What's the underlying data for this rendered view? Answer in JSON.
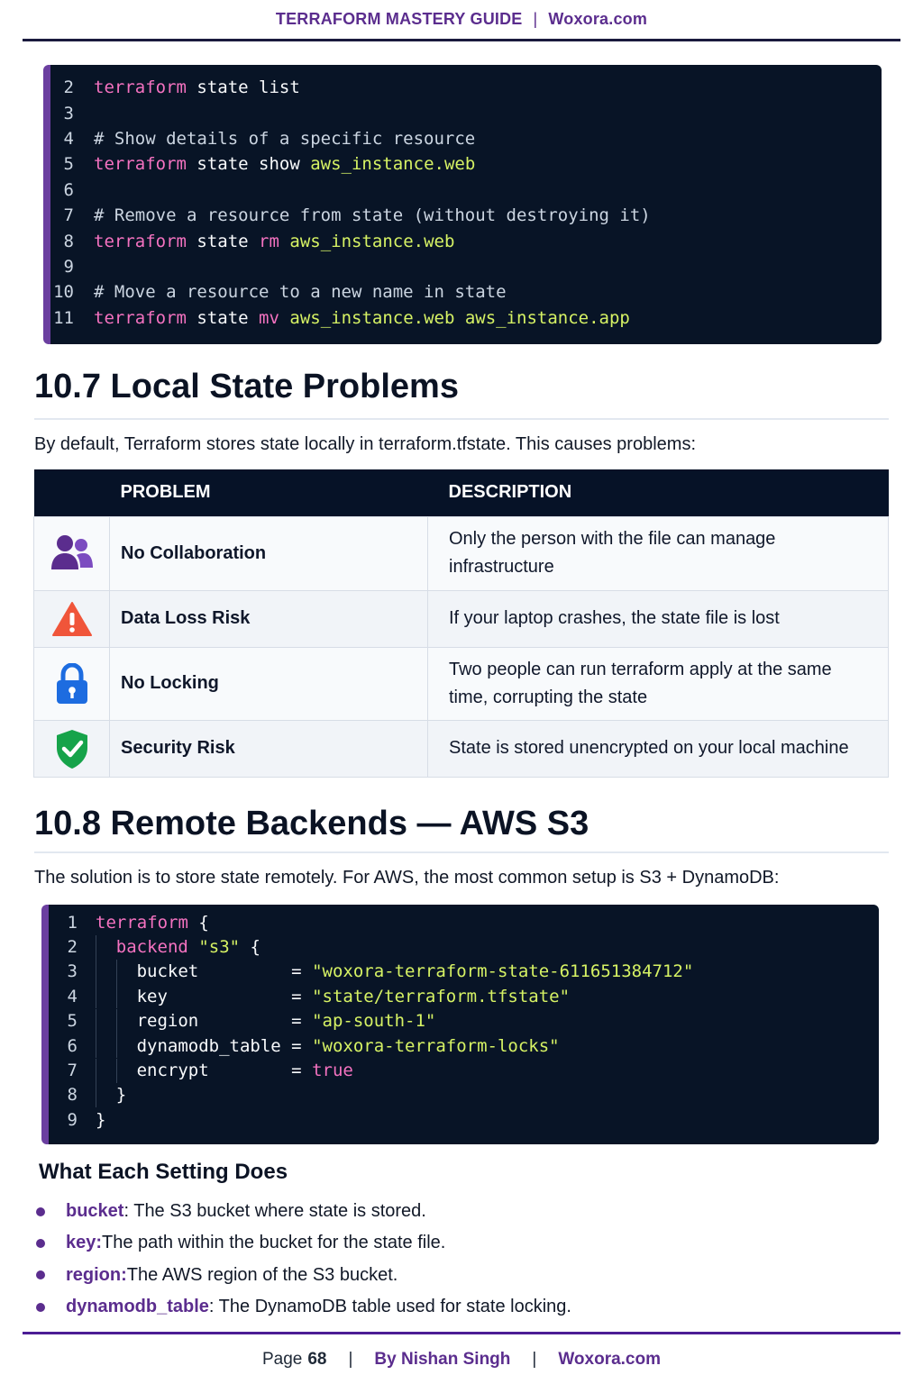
{
  "header": {
    "guide_title": "TERRAFORM MASTERY GUIDE",
    "separator": "|",
    "site": "Woxora.com"
  },
  "code_block_1": {
    "lines": [
      {
        "n": "2",
        "parts": [
          [
            "kw",
            "terraform"
          ],
          [
            "plain",
            " state list"
          ]
        ]
      },
      {
        "n": "3",
        "parts": []
      },
      {
        "n": "4",
        "parts": [
          [
            "cmt",
            "# Show details of a specific resource"
          ]
        ]
      },
      {
        "n": "5",
        "parts": [
          [
            "kw",
            "terraform"
          ],
          [
            "plain",
            " state show "
          ],
          [
            "str",
            "aws_instance.web"
          ]
        ]
      },
      {
        "n": "6",
        "parts": []
      },
      {
        "n": "7",
        "parts": [
          [
            "cmt",
            "# Remove a resource from state (without destroying it)"
          ]
        ]
      },
      {
        "n": "8",
        "parts": [
          [
            "kw",
            "terraform"
          ],
          [
            "plain",
            " state "
          ],
          [
            "kw",
            "rm"
          ],
          [
            "plain",
            " "
          ],
          [
            "str",
            "aws_instance.web"
          ]
        ]
      },
      {
        "n": "9",
        "parts": []
      },
      {
        "n": "10",
        "parts": [
          [
            "cmt",
            "# Move a resource to a new name in state"
          ]
        ]
      },
      {
        "n": "11",
        "parts": [
          [
            "kw",
            "terraform"
          ],
          [
            "plain",
            " state "
          ],
          [
            "kw",
            "mv"
          ],
          [
            "plain",
            " "
          ],
          [
            "str",
            "aws_instance.web aws_instance.app"
          ]
        ]
      }
    ]
  },
  "section_107": {
    "title": "10.7 Local State Problems",
    "intro": "By default, Terraform stores state locally in terraform.tfstate. This causes problems:"
  },
  "table": {
    "headers": {
      "problem": "PROBLEM",
      "description": "DESCRIPTION"
    },
    "rows": [
      {
        "icon": "users-icon",
        "problem": "No Collaboration",
        "description": "Only the person with the file can manage infrastructure"
      },
      {
        "icon": "warning-icon",
        "problem": "Data Loss Risk",
        "description": "If your laptop crashes, the state file is lost"
      },
      {
        "icon": "lock-icon",
        "problem": "No Locking",
        "description": "Two people can run terraform apply at the same time, corrupting the state"
      },
      {
        "icon": "shield-check-icon",
        "problem": "Security Risk",
        "description": "State is stored unencrypted on your local machine"
      }
    ]
  },
  "section_108": {
    "title": "10.8 Remote Backends — AWS S3",
    "intro": "The solution is to store state remotely. For AWS, the most common setup is S3 + DynamoDB:"
  },
  "code_block_2": {
    "lines": [
      {
        "n": "1",
        "indent": 0,
        "parts": [
          [
            "kw",
            "terraform"
          ],
          [
            "plain",
            " {"
          ]
        ]
      },
      {
        "n": "2",
        "indent": 1,
        "parts": [
          [
            "kw",
            "backend"
          ],
          [
            "plain",
            " "
          ],
          [
            "str",
            "\"s3\""
          ],
          [
            "plain",
            " {"
          ]
        ]
      },
      {
        "n": "3",
        "indent": 2,
        "parts": [
          [
            "plain",
            "bucket         = "
          ],
          [
            "str",
            "\"woxora-terraform-state-611651384712\""
          ]
        ]
      },
      {
        "n": "4",
        "indent": 2,
        "parts": [
          [
            "plain",
            "key            = "
          ],
          [
            "str",
            "\"state/terraform.tfstate\""
          ]
        ]
      },
      {
        "n": "5",
        "indent": 2,
        "parts": [
          [
            "plain",
            "region         = "
          ],
          [
            "str",
            "\"ap-south-1\""
          ]
        ]
      },
      {
        "n": "6",
        "indent": 2,
        "parts": [
          [
            "plain",
            "dynamodb_table = "
          ],
          [
            "str",
            "\"woxora-terraform-locks\""
          ]
        ]
      },
      {
        "n": "7",
        "indent": 2,
        "parts": [
          [
            "plain",
            "encrypt        = "
          ],
          [
            "kw",
            "true"
          ]
        ]
      },
      {
        "n": "8",
        "indent": 1,
        "parts": [
          [
            "plain",
            "}"
          ]
        ]
      },
      {
        "n": "9",
        "indent": 0,
        "parts": [
          [
            "plain",
            "}"
          ]
        ]
      }
    ]
  },
  "settings": {
    "title": "What Each Setting Does",
    "items": [
      {
        "term": "bucket",
        "text": ": The S3 bucket where state is stored."
      },
      {
        "term": "key:",
        "text": " The path within the bucket for the state file."
      },
      {
        "term": "region:",
        "text": " The AWS region of the S3 bucket."
      },
      {
        "term": "dynamodb_table",
        "text": ": The DynamoDB table used for state locking."
      }
    ]
  },
  "footer": {
    "page_label": "Page",
    "page_number": "68",
    "separator": "|",
    "author": "By Nishan Singh",
    "site": "Woxora.com"
  },
  "colors": {
    "accent_purple": "#5b2d8e",
    "code_bg": "#081426",
    "keyword_pink": "#f472c0",
    "string_green": "#d6f264",
    "table_header_bg": "#061227"
  }
}
